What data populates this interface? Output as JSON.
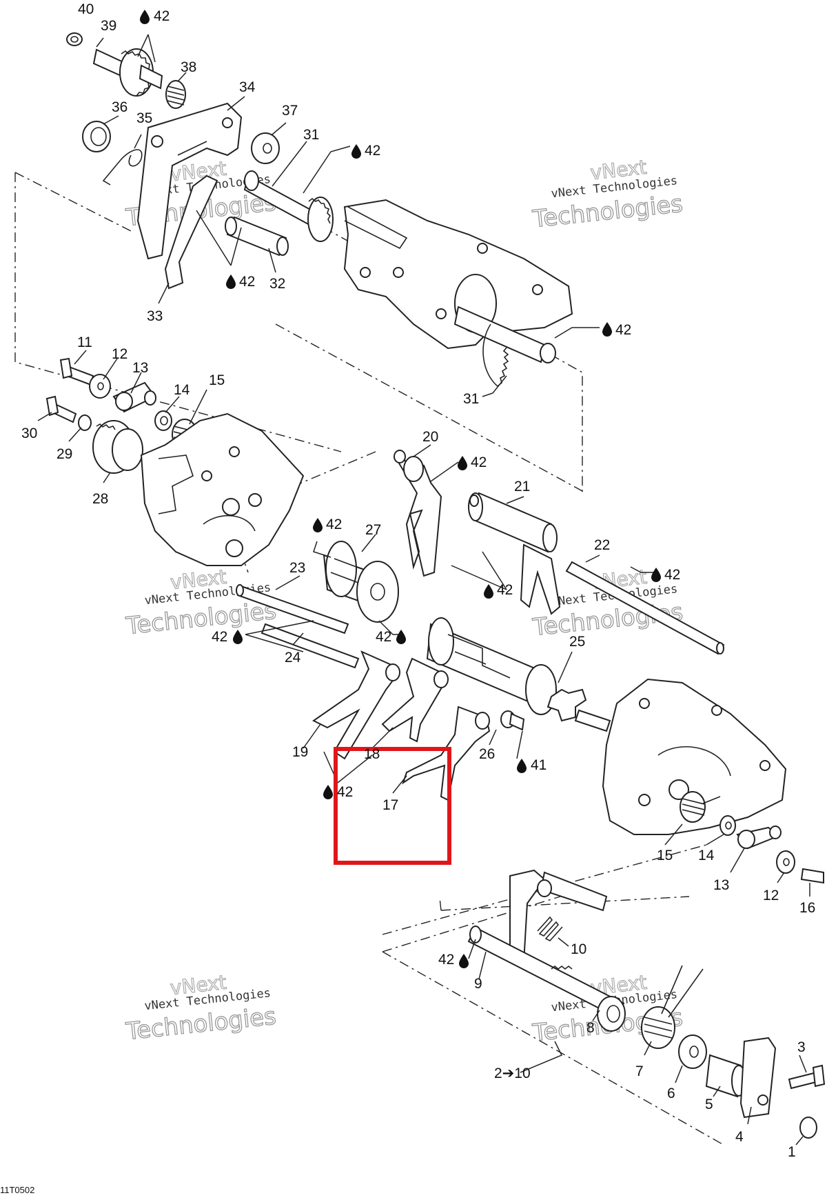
{
  "figure_code": "11T0502",
  "watermark": {
    "line1": "vNext",
    "line2": "vNext Technologies",
    "line3": "Technologies"
  },
  "drop_symbol": "oil-drop-icon",
  "highlight_color": "#e0161b",
  "callouts": {
    "c40": "40",
    "c39": "39",
    "c42a": "42",
    "c38": "38",
    "c34": "34",
    "c36": "36",
    "c35": "35",
    "c37": "37",
    "c31a": "31",
    "c42b": "42",
    "c42c": "42",
    "c32": "32",
    "c33": "33",
    "c42d": "42",
    "c31b": "31",
    "c11": "11",
    "c12": "12",
    "c13a": "13",
    "c14a": "14",
    "c15a": "15",
    "c30": "30",
    "c29": "29",
    "c28": "28",
    "c20": "20",
    "c42e": "42",
    "c21": "21",
    "c42f": "42",
    "c27": "27",
    "c23": "23",
    "c22": "22",
    "c42g": "42",
    "c42h": "42",
    "c42i": "42",
    "c24": "24",
    "c42j": "42",
    "c25": "25",
    "c19": "19",
    "c18": "18",
    "c26": "26",
    "c41": "41",
    "c42k": "42",
    "c17": "17",
    "c15b": "15",
    "c14b": "14",
    "c13b": "13",
    "c12b": "12",
    "c16": "16",
    "c10": "10",
    "c42l": "42",
    "c9": "9",
    "c8": "8",
    "c7": "7",
    "c6": "6",
    "c5": "5",
    "c3": "3",
    "c4": "4",
    "c1": "1",
    "c2to10": "2➔10"
  }
}
